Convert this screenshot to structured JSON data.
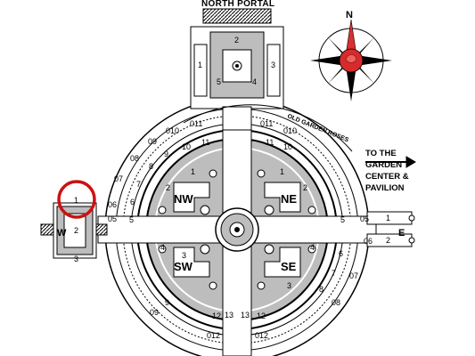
{
  "portal_label": "NORTH PORTAL",
  "north_label": "N",
  "destination": [
    "TO THE",
    "GARDEN",
    "CENTER &",
    "PAVILION"
  ],
  "old_garden_label": "OLD GARDEN ROSES",
  "quadrants": {
    "nw": "NW",
    "ne": "NE",
    "sw": "SW",
    "se": "SE"
  },
  "east_label": "E",
  "west_label": "W",
  "ring_numbers": [
    "05",
    "06",
    "07",
    "08",
    "09",
    "010",
    "011",
    "012",
    "13"
  ],
  "inner_numbers": [
    "5",
    "6",
    "7",
    "8",
    "9",
    "10",
    "11",
    "12"
  ],
  "portal_numbers": {
    "top": "2",
    "left": "1",
    "right": "3",
    "inner_left": "5",
    "inner_right": "4"
  },
  "east_paths": [
    "1",
    "2"
  ],
  "west_numbers": {
    "top": "1",
    "mid": "2",
    "bottom": "3"
  },
  "quadrant_numbers": [
    "1",
    "2",
    "3",
    "4"
  ],
  "colors": {
    "ink": "#000000",
    "bed": "#bdbdbd",
    "rose": "#d62b2b",
    "highlight": "#cc1111",
    "compass_red": "#d93030"
  }
}
